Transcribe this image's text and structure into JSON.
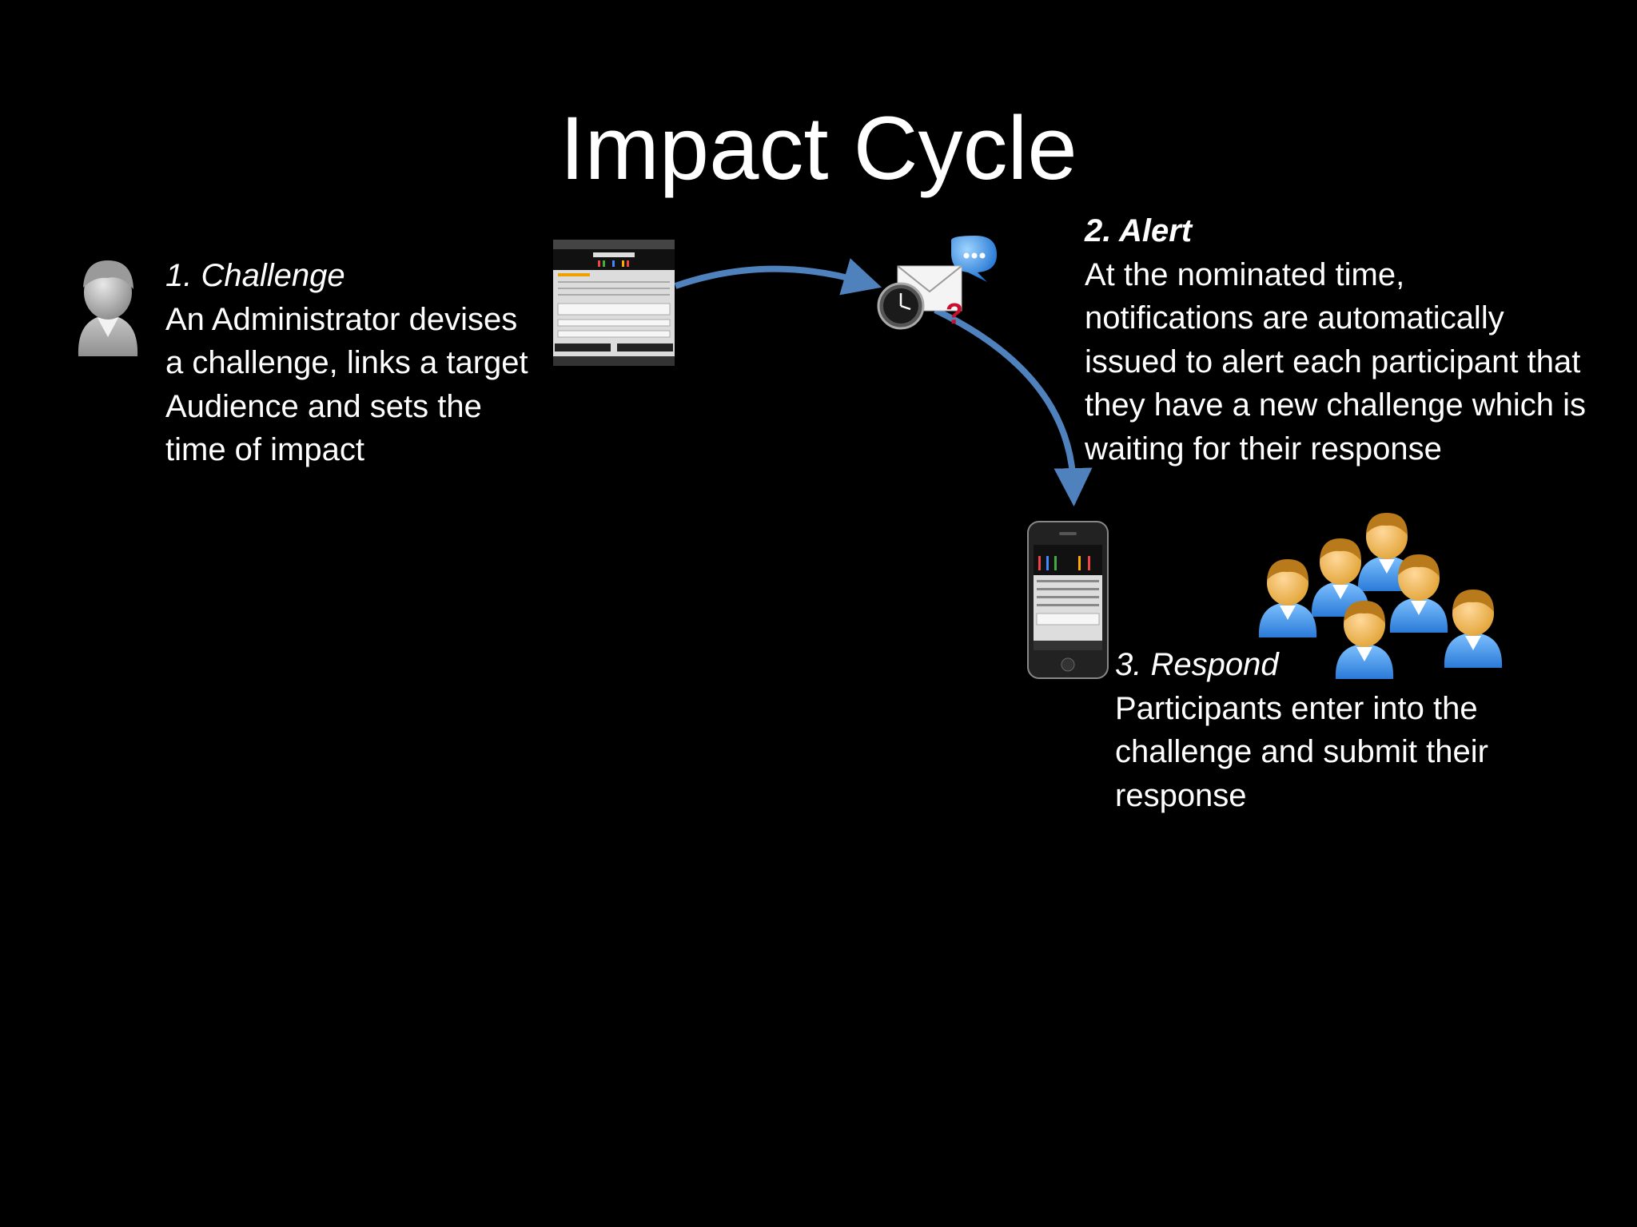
{
  "title": "Impact Cycle",
  "steps": [
    {
      "heading": "1. Challenge",
      "text": "An Administrator devises\na challenge, links a target\nAudience and sets the\ntime of impact"
    },
    {
      "heading": "2. Alert",
      "text": "At the nominated time,\nnotifications are automatically\nissued to alert each participant that\nthey have a new challenge which is\nwaiting for their response"
    },
    {
      "heading": "3. Respond",
      "text": "Participants enter into the\nchallenge and submit their\nresponse"
    }
  ],
  "icons": {
    "administrator": "admin-user-icon",
    "challenge_screen": "desktop-screenshot-icon",
    "notification": "clock-mail-chat-icon",
    "mobile": "smartphone-icon",
    "participants": "user-group-icon"
  },
  "colors": {
    "background": "#000000",
    "text": "#ffffff",
    "arrow": "#4f81bd",
    "participant_shirt": "#3a8fe0",
    "participant_hair": "#b87a1a"
  }
}
